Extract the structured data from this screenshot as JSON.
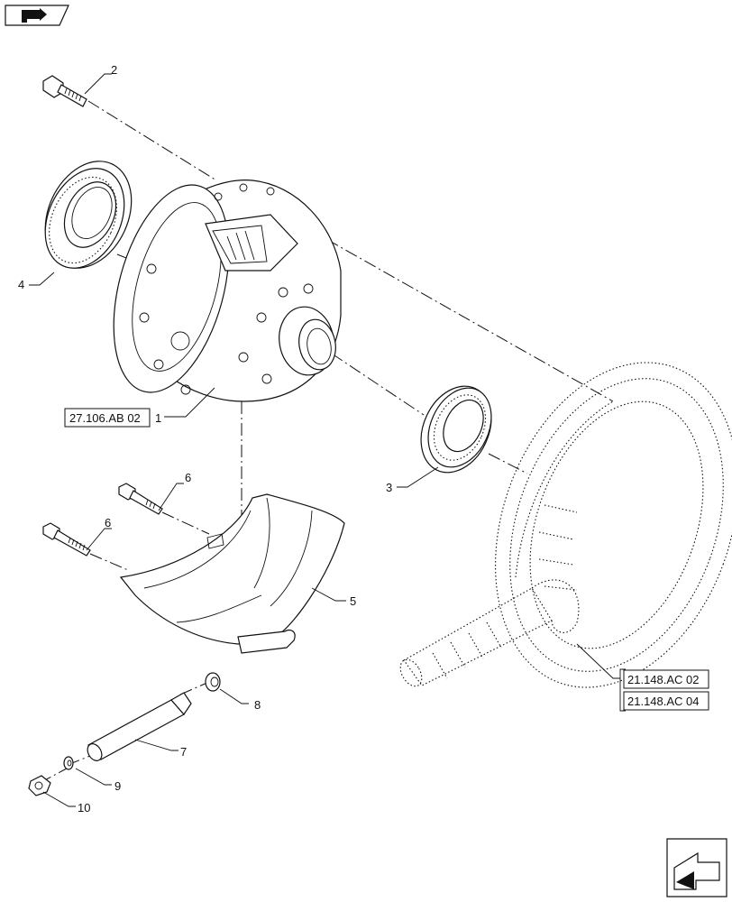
{
  "diagram": {
    "callouts": {
      "c1": "1",
      "c2": "2",
      "c3": "3",
      "c4": "4",
      "c5": "5",
      "c6a": "6",
      "c6b": "6",
      "c7": "7",
      "c8": "8",
      "c9": "9",
      "c10": "10"
    },
    "references": {
      "diff_housing_ref": "27.106.AB 02",
      "gear_ref_1": "21.148.AC 02",
      "gear_ref_2": "21.148.AC 04"
    },
    "icons": {
      "top_left": "next-page-arrow-icon",
      "bottom_right": "previous-page-arrow-icon"
    }
  }
}
